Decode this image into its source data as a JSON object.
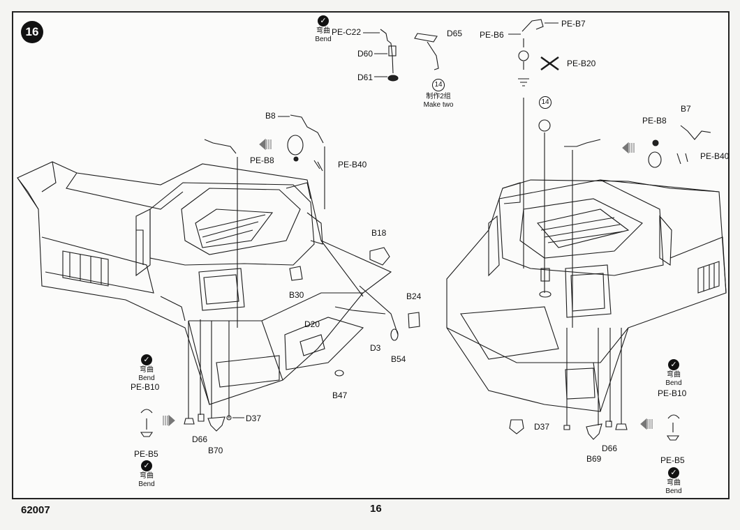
{
  "step_number": "16",
  "page_number": "16",
  "kit_number": "62007",
  "bend_cn": "弯曲",
  "bend_en": "Bend",
  "make_two_cn": "制作2组",
  "make_two_en": "Make two",
  "subassembly_ref": "14",
  "labels": {
    "pe_c22": "PE-C22",
    "d60": "D60",
    "d61": "D61",
    "d65": "D65",
    "pe_b6": "PE-B6",
    "pe_b7": "PE-B7",
    "pe_b20": "PE-B20",
    "b8_left": "B8",
    "pe_b8_left": "PE-B8",
    "pe_b40_left": "PE-B40",
    "b7_right": "B7",
    "pe_b8_right": "PE-B8",
    "pe_b40_right": "PE-B40",
    "b18": "B18",
    "b30": "B30",
    "b24": "B24",
    "d20": "D20",
    "d3": "D3",
    "b54": "B54",
    "b47": "B47",
    "pe_b10_left": "PE-B10",
    "pe_b5_left": "PE-B5",
    "d37_left": "D37",
    "d66_left": "D66",
    "b70": "B70",
    "d37_right": "D37",
    "b69": "B69",
    "d66_right": "D66",
    "pe_b10_right": "PE-B10",
    "pe_b5_right": "PE-B5"
  }
}
